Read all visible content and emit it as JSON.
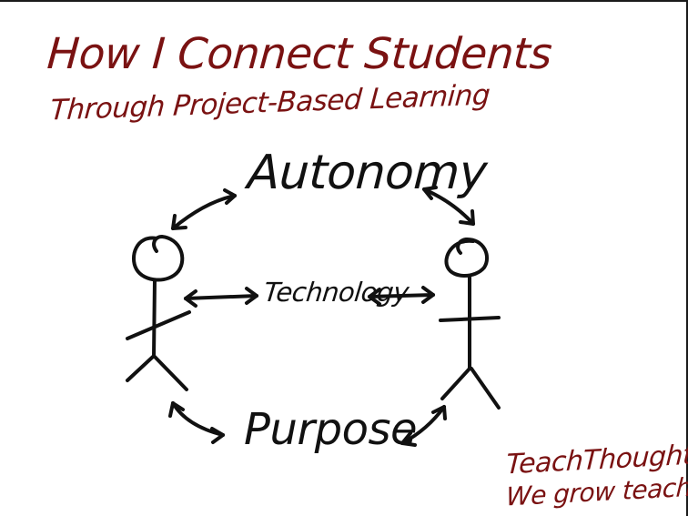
{
  "title": {
    "line1": "How I Connect Students",
    "line2": "Through Project-Based Learning"
  },
  "concepts": {
    "top": "Autonomy",
    "middle": "Technology",
    "bottom": "Purpose"
  },
  "brand": {
    "name": "TeachThought",
    "tagline": "We grow teachers"
  },
  "colors": {
    "title": "#7a1212",
    "ink": "#111111",
    "background": "#ffffff"
  }
}
